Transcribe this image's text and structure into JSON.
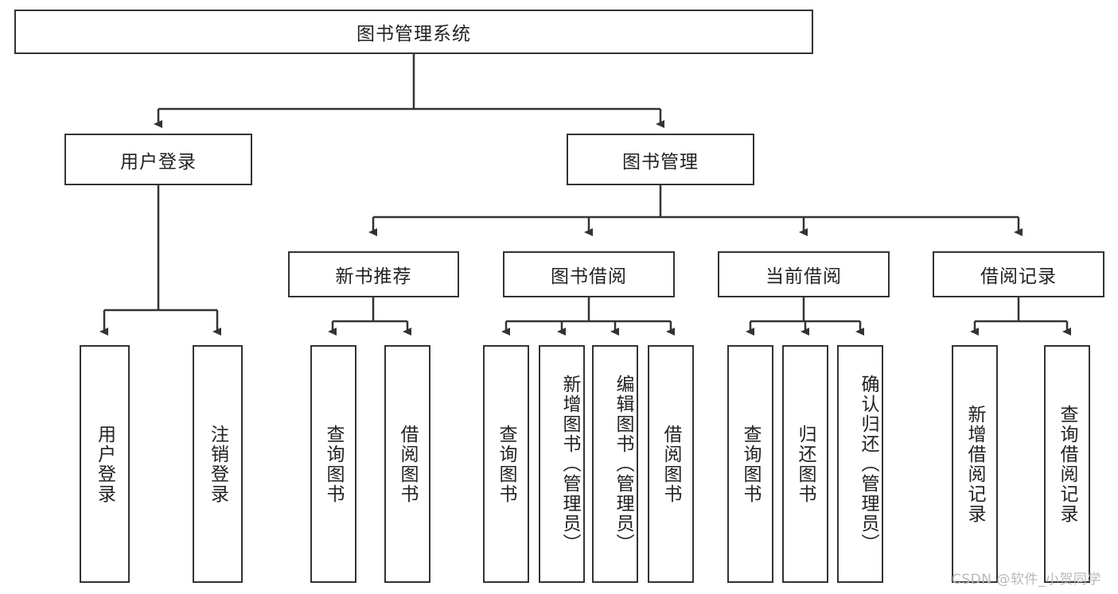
{
  "diagram": {
    "title": "图书管理系统",
    "root": {
      "label": "图书管理系统"
    },
    "level2": [
      {
        "label": "用户登录"
      },
      {
        "label": "图书管理"
      }
    ],
    "level3": [
      {
        "label": "新书推荐"
      },
      {
        "label": "图书借阅"
      },
      {
        "label": "当前借阅"
      },
      {
        "label": "借阅记录"
      }
    ],
    "leaves": [
      {
        "label": "用户登录",
        "align": "center"
      },
      {
        "label": "注销登录",
        "align": "center"
      },
      {
        "label": "查询图书",
        "align": "center"
      },
      {
        "label": "借阅图书",
        "align": "center"
      },
      {
        "label": "查询图书",
        "align": "center"
      },
      {
        "label": "新增图书（管理员）",
        "align": "top"
      },
      {
        "label": "编辑图书（管理员）",
        "align": "top"
      },
      {
        "label": "借阅图书",
        "align": "center"
      },
      {
        "label": "查询图书",
        "align": "center"
      },
      {
        "label": "归还图书",
        "align": "center"
      },
      {
        "label": "确认归还（管理员）",
        "align": "top"
      },
      {
        "label": "新增借阅记录",
        "align": "center"
      },
      {
        "label": "查询借阅记录",
        "align": "center"
      }
    ],
    "watermark": "CSDN @软件_小贺同学",
    "colors": {
      "stroke": "#333333",
      "background": "#ffffff",
      "text": "#222222",
      "watermark": "#b9b9b9"
    }
  }
}
